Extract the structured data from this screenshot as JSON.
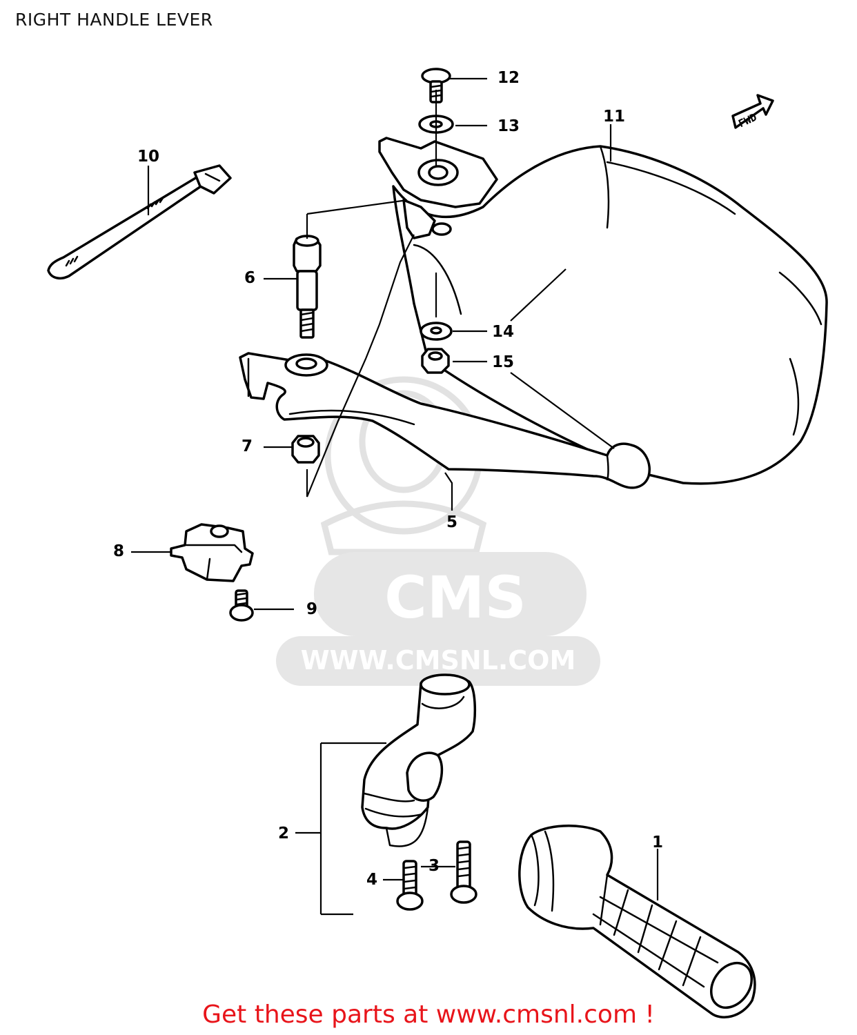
{
  "title": "RIGHT HANDLE LEVER",
  "footer": "Get these parts at www.cmsnl.com !",
  "watermark": {
    "brand": "CMS",
    "url": "WWW.CMSNL.COM"
  },
  "direction_marker": "FWD",
  "callouts": [
    "1",
    "2",
    "3",
    "4",
    "5",
    "6",
    "7",
    "8",
    "9",
    "10",
    "11",
    "12",
    "13",
    "14",
    "15"
  ],
  "colors": {
    "line": "#000000",
    "background": "#ffffff",
    "footer_text": "#e8141a",
    "watermark": "#e6e6e6"
  }
}
